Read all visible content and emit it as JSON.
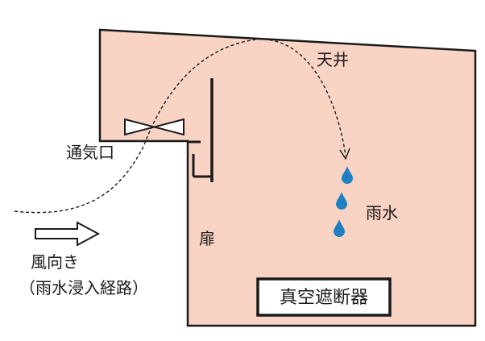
{
  "labels": {
    "ceiling": "天井",
    "vent": "通気口",
    "rainwater": "雨水",
    "door": "扉",
    "wind_direction": "風向き",
    "rain_path": "（雨水浸入経路）",
    "vacuum_breaker": "真空遮断器"
  },
  "colors": {
    "enclosure_fill": "#f9d3c4",
    "outline": "#1a1a1a",
    "water_drop": "#1e7fc3"
  }
}
